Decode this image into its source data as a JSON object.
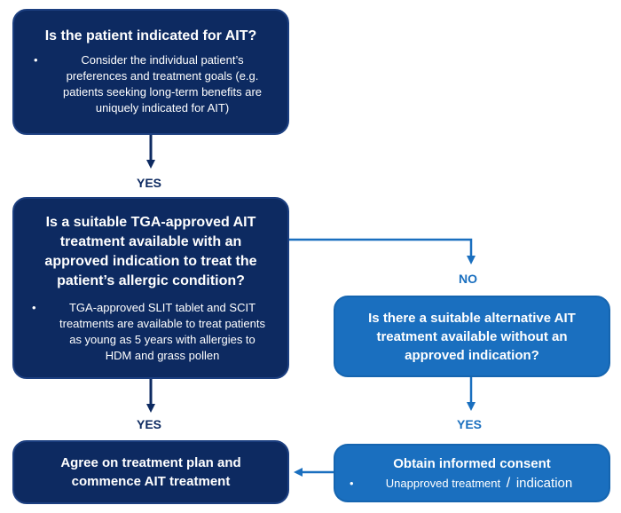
{
  "box1": {
    "title": "Is the patient indicated for AIT?",
    "bullets": [
      "Consider the individual patient’s preferences and treatment goals (e.g. patients seeking long-term benefits are uniquely indicated for AIT)"
    ]
  },
  "yes1": "YES",
  "box2": {
    "title": "Is a suitable TGA-approved AIT treatment available with an approved indication to treat the patient’s allergic condition?",
    "bullets": [
      "TGA-approved SLIT tablet and SCIT treatments are available to treat patients as young as 5 years with allergies to HDM and grass pollen"
    ]
  },
  "no1": "NO",
  "box3": {
    "title": "Is there a suitable alternative AIT treatment available without an approved indication?"
  },
  "yes2": "YES",
  "yes3": "YES",
  "box4": {
    "title": "Agree on treatment plan and commence AIT treatment"
  },
  "box5": {
    "title": "Obtain informed consent",
    "bullet_a": "Unapproved treatment",
    "bullet_sep": "/",
    "bullet_b": "indication"
  },
  "colors": {
    "dark_box": "#0d2a61",
    "light_box": "#1a6fbf",
    "dark_arrow": "#0d2a61",
    "light_arrow": "#1a6fbf"
  }
}
